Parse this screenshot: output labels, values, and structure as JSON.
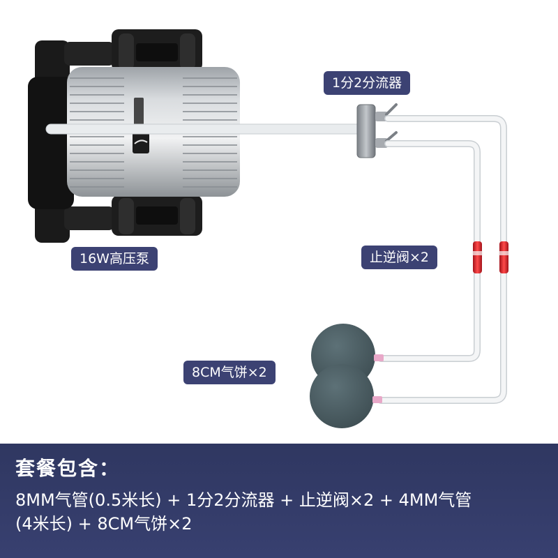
{
  "labels": {
    "splitter": "1分2分流器",
    "pump": "16W高压泵",
    "check_valve": "止逆阀×2",
    "air_stone": "8CM气饼×2"
  },
  "package": {
    "title": "套餐包含：",
    "line1": "8MM气管(0.5米长) + 1分2分流器 + 止逆阀×2 + 4MM气管",
    "line2": "(4米长) + 8CM气饼×2"
  },
  "colors": {
    "label_bg": "#3c4273",
    "footer_bg": "#333b68",
    "tube": "#f2f2f2",
    "valve_red": "#e0242c",
    "stone": "#4f6166"
  }
}
